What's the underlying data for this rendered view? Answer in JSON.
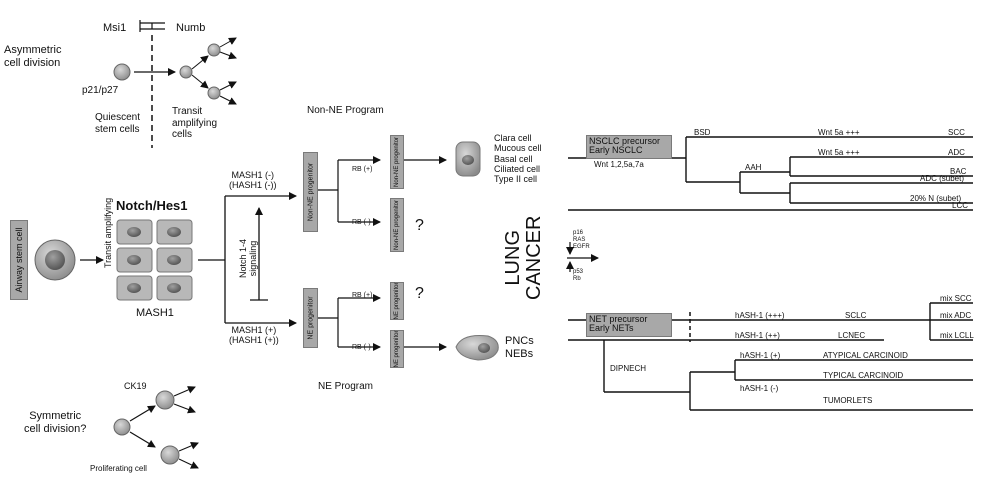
{
  "colors": {
    "line": "#111111",
    "box_fill": "#a8a8a8",
    "cell_fill": "#9a9a9a",
    "nucleus": "#6a6a6a"
  },
  "top_left": {
    "msi1": "Msi1",
    "numb": "Numb",
    "asymmetric": "Asymmetric\ncell division",
    "p21": "p21/p27",
    "quiescent": "Quiescent\nstem cells",
    "transit": "Transit\namplifying\ncells"
  },
  "airway_stem_cell": "Airway stem cell",
  "notch_hes1": "Notch/Hes1",
  "transit_amplifying": "Transit amplifying",
  "mash1": "MASH1",
  "mash1_neg": "MASH1 (-)\n(HASH1 (-))",
  "mash1_pos": "MASH1 (+)\n(HASH1 (+))",
  "notch_signaling": "Notch 1-4\nsignaling",
  "non_ne_program": "Non-NE Program",
  "ne_program": "NE Program",
  "non_ne_progenitor": "Non-NE progenitor",
  "ne_progenitor": "NE progenitor",
  "rb_pos": "RB (+)",
  "rb_neg": "RB (-)",
  "question": "?",
  "non_ne_cells": "Clara cell\nMucous cell\nBasal cell\nCiliated cell\nType II cell",
  "pncs": "PNCs\nNEBs",
  "bottom_left": {
    "ck19": "CK19",
    "symmetric": "Symmetric\ncell division?",
    "proliferating": "Proliferating cell"
  },
  "lung_cancer": "LUNG\nCANCER",
  "markers_up": "p16\nRAS\nEGFR",
  "markers_down": "p53\nRb",
  "nsclc": {
    "precursor": "NSCLC precursor\nEarly NSCLC",
    "wnt_1257": "Wnt 1,2,5a,7a",
    "bsd": "BSD",
    "aah": "AAH",
    "wnt5a_1": "Wnt 5a +++",
    "wnt5a_2": "Wnt 5a +++",
    "scc": "SCC",
    "adc": "ADC",
    "bac": "BAC",
    "adc_subset": "ADC (subet)",
    "n_subset": "20% N (subet)",
    "lcc": "LCC"
  },
  "net": {
    "precursor": "NET  precursor\nEarly NETs",
    "hash_3": "hASH-1 (+++)",
    "sclc": "SCLC",
    "mix_scc": "mix SCC",
    "mix_adc": "mix ADC",
    "mix_lcll": "mix LCLL",
    "hash_2": "hASH-1 (++)",
    "lcnec": "LCNEC",
    "dipnech": "DIPNECH",
    "hash_1": "hASH-1 (+)",
    "atypical": "ATYPICAL CARCINOID",
    "typical": "TYPICAL CARCINOID",
    "hash_neg": "hASH-1 (-)",
    "tumorlets": "TUMORLETS"
  }
}
